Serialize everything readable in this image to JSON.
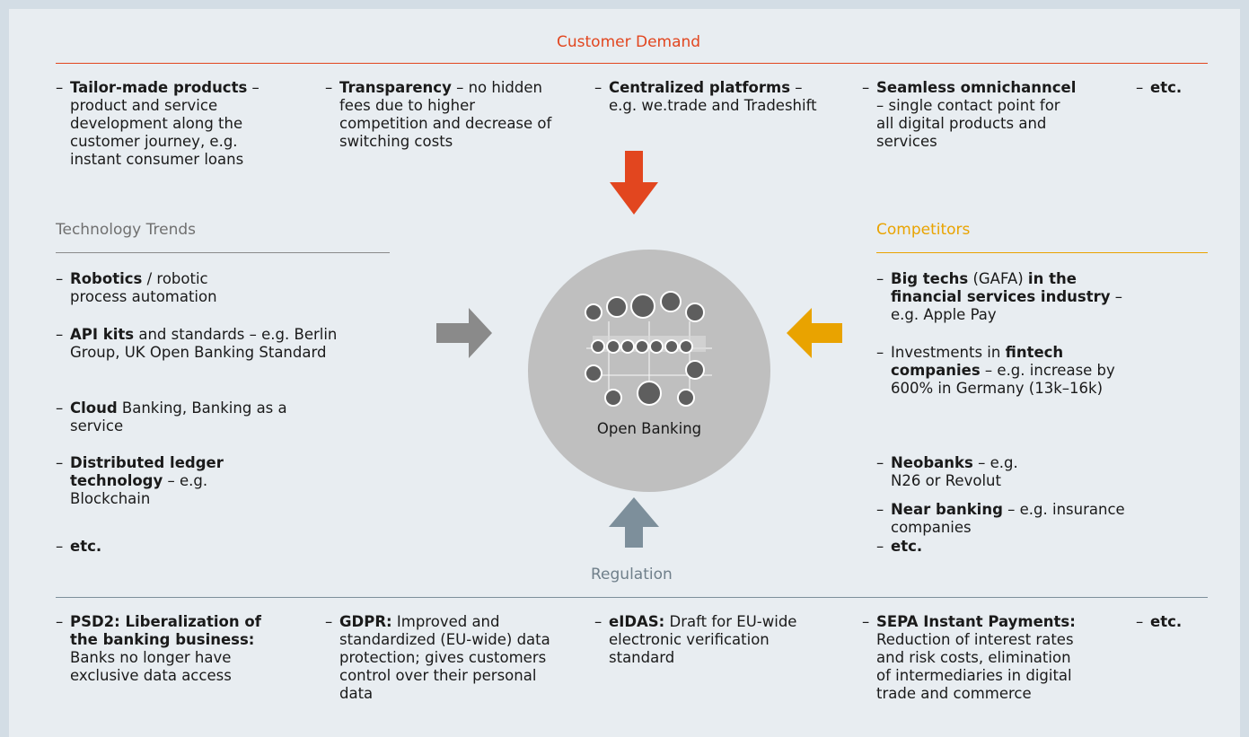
{
  "customer_demand": {
    "title": "Customer Demand",
    "color": "#e2461f",
    "items": [
      {
        "bold": "Tailor-made products",
        "rest": " – product and service development along the customer journey, e.g. instant consumer loans"
      },
      {
        "bold": "Transparency",
        "rest": " – no hidden fees due to higher competition and decrease of switching costs"
      },
      {
        "bold": "Centralized platforms",
        "rest": " – e.g. we.trade and Tradeshift"
      },
      {
        "bold": "Seamless omnichanncel",
        "rest": " – single contact point for all digital products and services"
      },
      {
        "bold": "etc.",
        "rest": ""
      }
    ]
  },
  "technology_trends": {
    "title": "Technology Trends",
    "items": [
      {
        "bold": "Robotics",
        "rest": " / robotic process automation"
      },
      {
        "bold": "API kits",
        "rest": " and standards – e.g. Berlin Group, UK Open Banking Standard"
      },
      {
        "bold": "Cloud",
        "rest": " Banking, Banking as a service"
      },
      {
        "bold": "Distributed ledger technology",
        "rest": " – e.g. Blockchain"
      },
      {
        "bold": "etc.",
        "rest": ""
      }
    ]
  },
  "competitors": {
    "title": "Competitors",
    "color": "#e9a300",
    "items": [
      {
        "bold": "Big techs",
        "rest": " (GAFA) ",
        "bold2": "in the financial services industry",
        "rest2": " – e.g. Apple Pay"
      },
      {
        "pre": "Investments in ",
        "bold": "fintech companies",
        "rest": " – e.g. increase by 600% in Germany (13k–16k)"
      },
      {
        "bold": "Neobanks",
        "rest": " – e.g. N26 or Revolut"
      },
      {
        "bold": "Near banking",
        "rest": " – e.g. insurance companies"
      },
      {
        "bold": "etc.",
        "rest": ""
      }
    ]
  },
  "regulation": {
    "title": "Regulation",
    "items": [
      {
        "bold": "PSD2: Liberalization of the banking business:",
        "rest": " Banks no longer have exclusive data access"
      },
      {
        "bold": "GDPR:",
        "rest": " Improved and standardized (EU-wide) data protection; gives customers control over their personal data"
      },
      {
        "bold": "eIDAS:",
        "rest": " Draft for EU-wide electronic verification standard"
      },
      {
        "bold": "SEPA Instant Payments:",
        "rest": " Reduction of interest rates and risk costs, elimination of intermediaries in digital trade and commerce"
      },
      {
        "bold": "etc.",
        "rest": ""
      }
    ]
  },
  "center": {
    "label": "Open Banking"
  },
  "colors": {
    "demand": "#e2461f",
    "competitors": "#e9a300",
    "technology": "#8a8a8a",
    "regulation": "#7d8f9b",
    "circle": "#bfbfbf"
  }
}
